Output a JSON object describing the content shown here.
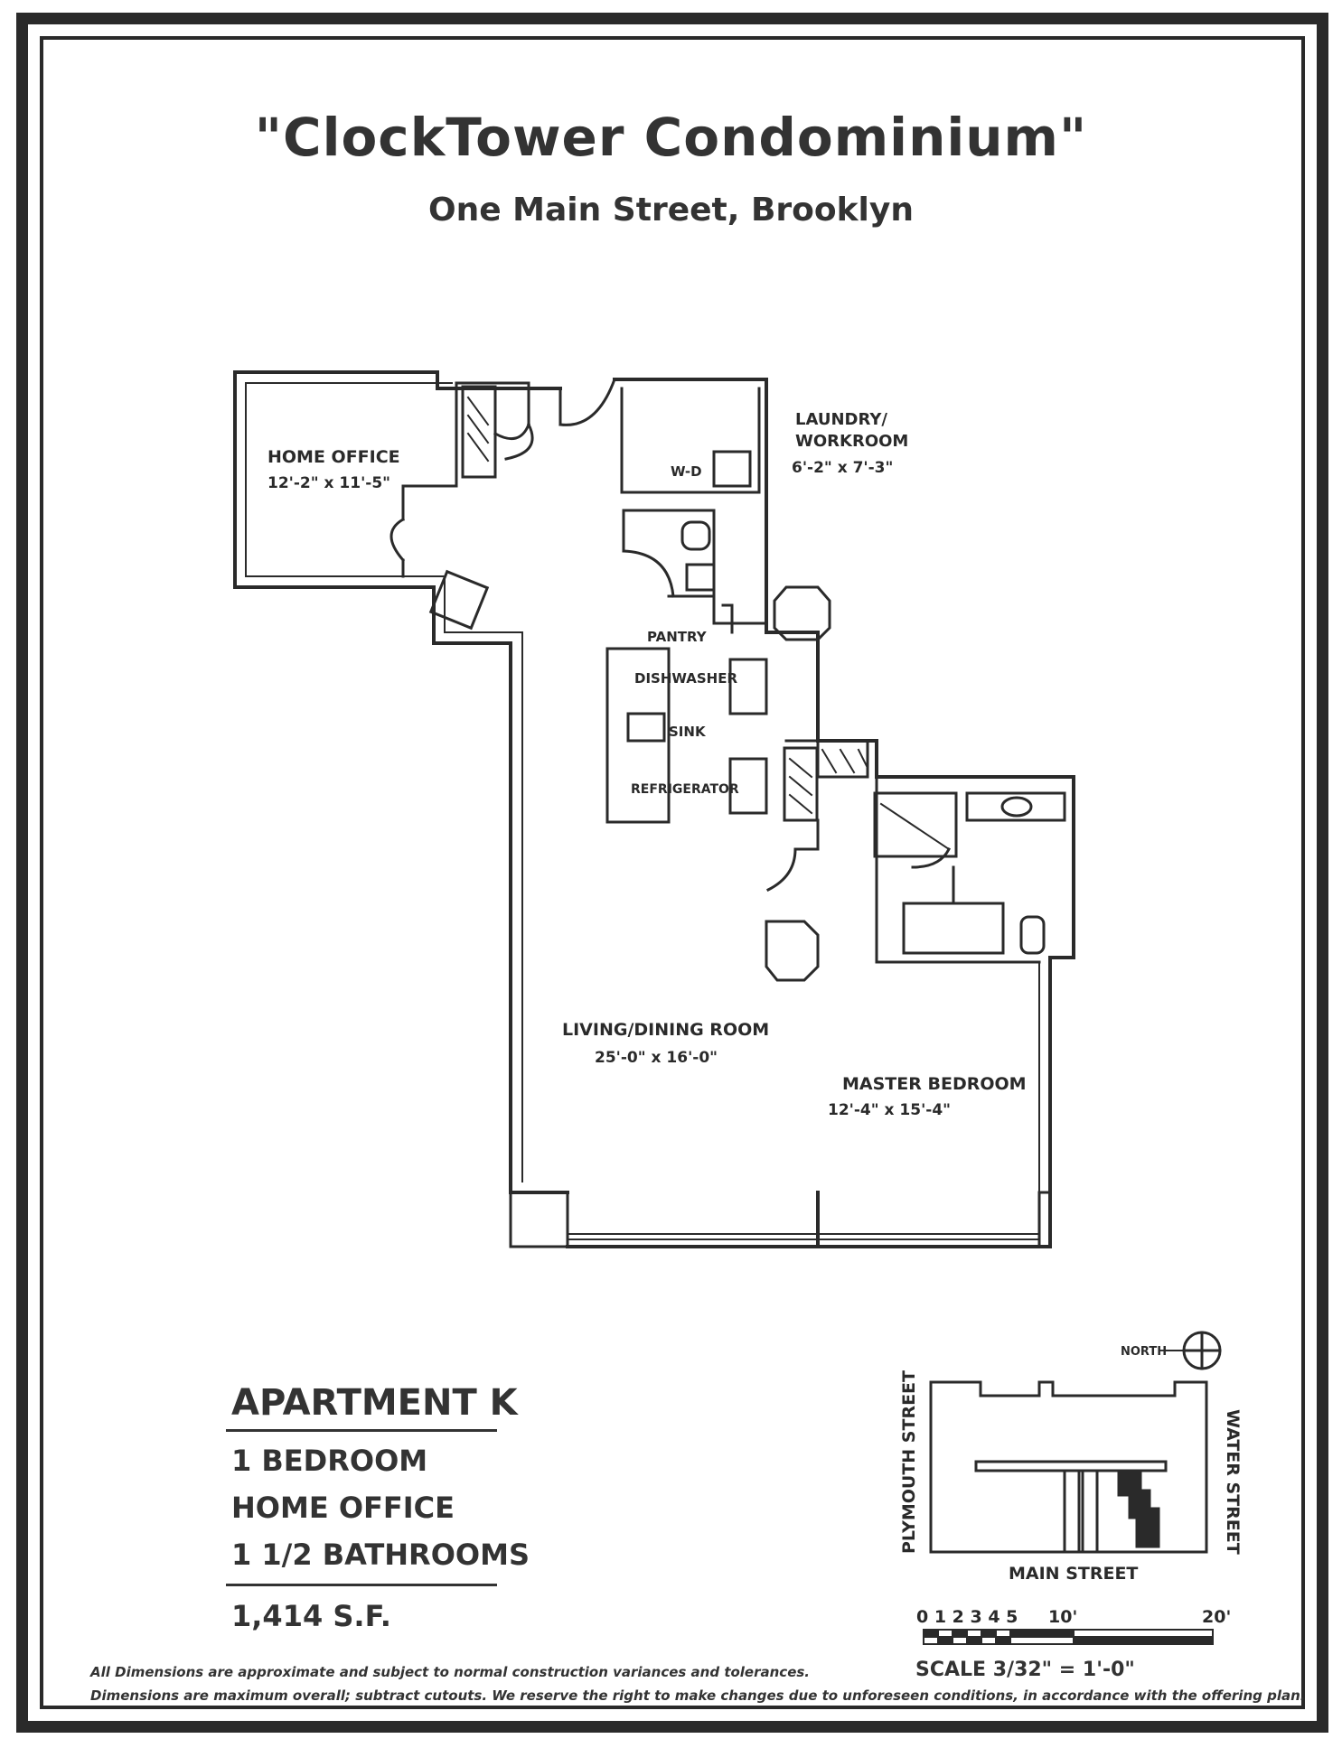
{
  "header": {
    "title": "\"ClockTower Condominium\"",
    "subtitle": "One Main Street, Brooklyn"
  },
  "rooms": {
    "home_office": {
      "name": "HOME OFFICE",
      "dims": "12'-2\" x 11'-5\""
    },
    "laundry": {
      "name_line1": "LAUNDRY/",
      "name_line2": "WORKROOM",
      "dims": "6'-2\" x 7'-3\""
    },
    "wd": "W-D",
    "pantry": "PANTRY",
    "dishwasher": "DISHWASHER",
    "sink": "SINK",
    "refrigerator": "REFRIGERATOR",
    "living": {
      "name": "LIVING/DINING ROOM",
      "dims": "25'-0\" x 16'-0\""
    },
    "master": {
      "name": "MASTER BEDROOM",
      "dims": "12'-4\" x 15'-4\""
    }
  },
  "apartment": {
    "name": "APARTMENT K",
    "bedrooms": "1 BEDROOM",
    "office": "HOME OFFICE",
    "baths": "1 1/2 BATHROOMS",
    "area": "1,414 S.F."
  },
  "key_plan": {
    "north": "NORTH",
    "west_street": "PLYMOUTH STREET",
    "east_street": "WATER STREET",
    "south_street": "MAIN STREET"
  },
  "scale": {
    "ticks": "0 1 2 3 4 5",
    "ten": "10'",
    "twenty": "20'",
    "label": "SCALE 3/32\" = 1'-0\""
  },
  "disclaimer": {
    "line1": "All Dimensions are approximate and subject to normal construction variances and tolerances.",
    "line2": "Dimensions are maximum overall; subtract cutouts.   We reserve the right to make changes due to unforeseen conditions, in accordance with the offering plan."
  }
}
